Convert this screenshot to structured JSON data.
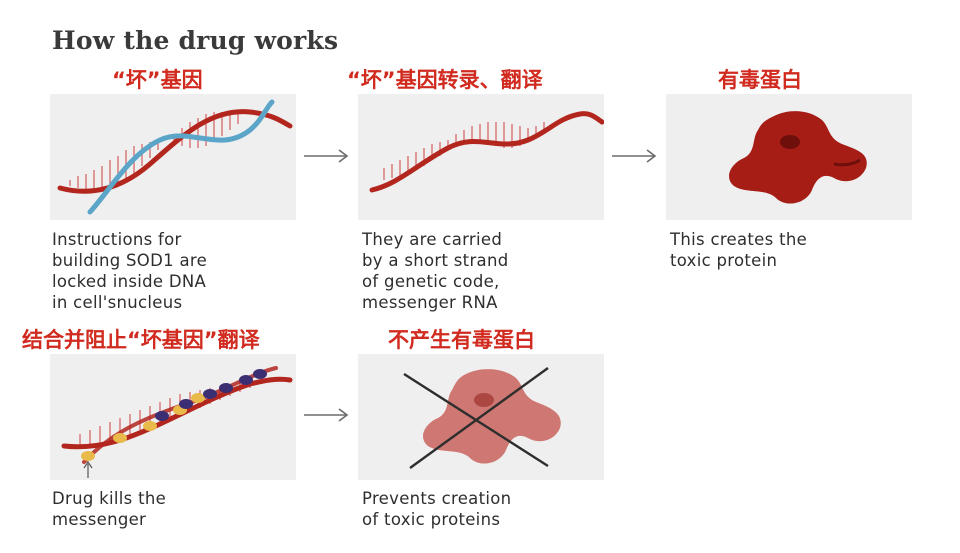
{
  "title": "How the drug works",
  "row1": {
    "step1": {
      "cn_label": "“坏”基因",
      "lines": [
        "Instructions for",
        "building SOD1 are",
        "locked inside DNA",
        "in cell'snucleus"
      ]
    },
    "step2": {
      "cn_label": "“坏”基因转录、翻译",
      "lines": [
        "They are carried",
        "by a short strand",
        "of genetic code,",
        "messenger RNA"
      ]
    },
    "step3": {
      "cn_label": "有毒蛋白",
      "lines": [
        "This creates the",
        "toxic protein"
      ]
    }
  },
  "row2": {
    "step1": {
      "cn_label": "结合并阻止“坏基因”翻译",
      "lines": [
        "Drug kills the",
        "messenger"
      ]
    },
    "step2": {
      "cn_label": "不产生有毒蛋白",
      "lines": [
        "Prevents creation",
        "of toxic proteins"
      ]
    }
  },
  "colors": {
    "dna_red": "#b3261e",
    "dna_blue": "#5aa5c8",
    "protein_dark": "#a61d16",
    "protein_faded": "#c75a54",
    "drug_yellow": "#e9b949",
    "drug_purple": "#3b2e72",
    "annotation_red": "#d12a1f"
  }
}
